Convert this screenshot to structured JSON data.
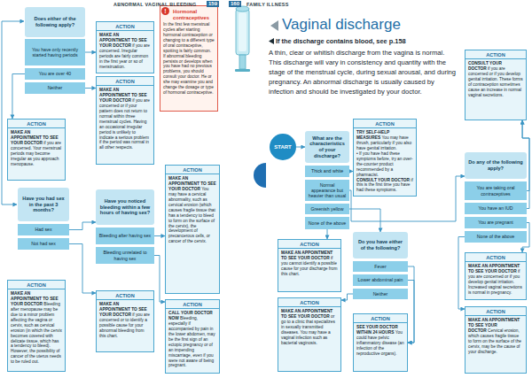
{
  "diagram": {
    "title": "Vaginal discharge",
    "nodes": [
      {
        "text": [
          "Does either of the following apply?"
        ]
      },
      {
        "text": [
          "You have only recently started having periods"
        ]
      },
      {
        "text": [
          "You are over 40"
        ]
      },
      {
        "text": [
          "Neither"
        ]
      },
      {
        "text": [
          "ACTION",
          "MAKE AN APPOINTMENT TO SEE YOUR DOCTOR",
          "if you are concerned. Irregular periods are fairly common in the first year or so of menstruation."
        ]
      },
      {
        "text": [
          "ACTION",
          "MAKE AN APPOINTMENT TO SEE YOUR DOCTOR",
          "if you are concerned or if your pattern does not return to normal within three menstrual cycles. Having an occasional irregular period is unlikely to indicate a serious problem if the period was normal in all other respects."
        ]
      },
      {
        "text": [
          "ACTION",
          "MAKE AN APPOINTMENT TO SEE YOUR DOCTOR",
          "if you are concerned. Your menstrual periods may become irregular as you approach menopause."
        ]
      },
      {
        "text": [
          "Hormonal contraceptives",
          "In the first few menstrual cycles after starting hormonal contraception or changing to a different type of oral contraceptive, spotting is fairly common. If abnormal bleeding persists or develops when you have had no previous problems, you should consult your doctor. He or she may examine you and change the dosage or type of hormonal contraceptive."
        ]
      },
      {
        "text": [
          "Have you had sex in the past 3 months?"
        ]
      },
      {
        "text": [
          "Had sex"
        ]
      },
      {
        "text": [
          "Not had sex"
        ]
      },
      {
        "text": [
          "Have you noticed bleeding within a few hours of having sex?"
        ]
      },
      {
        "text": [
          "Bleeding after having sex"
        ]
      },
      {
        "text": [
          "Bleeding unrelated to having sex"
        ]
      },
      {
        "text": [
          "ACTION",
          "MAKE AN APPOINTMENT TO SEE YOUR DOCTOR",
          "You may have a cervical abnormality, such as cervical erosion (which causes fragile tissue that has a tendency to bleed to form on the surface of the cervix), the development of precancerous cells, or cancer of the cervix."
        ]
      },
      {
        "text": [
          "ACTION",
          "MAKE AN APPOINTMENT TO SEE YOUR DOCTOR",
          "Bleeding after menopause may be due to a minor problem affecting the vagina or cervix, such as cervical erosion (in which the cervix becomes covered with delicate tissue, which has a tendency to bleed). However, the possibility of cancer of the uterus needs to be ruled out."
        ]
      },
      {
        "text": [
          "ACTION",
          "MAKE AN APPOINTMENT TO SEE YOUR DOCTOR",
          "if you are concerned or to identify a possible cause for your abnormal bleeding from this chart."
        ]
      },
      {
        "text": [
          "ACTION",
          "CALL YOUR DOCTOR NOW",
          "Bleeding, especially if accompanied by pain in the lower abdomen, may be the first sign of an ectopic pregnancy or of an impending miscarriage, even if you were not aware of being pregnant."
        ]
      },
      {
        "text": [
          "START"
        ]
      },
      {
        "text": [
          "What are the characteristics of your discharge?"
        ]
      },
      {
        "text": [
          "Thick and white"
        ]
      },
      {
        "text": [
          "Normal appearance but heavier than usual"
        ]
      },
      {
        "text": [
          "Greenish yellow"
        ]
      },
      {
        "text": [
          "None of the above"
        ]
      },
      {
        "text": [
          "ACTION",
          "TRY SELF-HELP MEASURES",
          "You may have thrush, particularly if you also have genital irritation.",
          "• If you have had these symptoms before, try an over-the-counter product recommended by a pharmacist.",
          "CONSULT YOUR DOCTOR",
          "if this is the first time you have had these symptoms."
        ]
      },
      {
        "text": [
          "ACTION",
          "CONSULT YOUR DOCTOR",
          "if you are concerned or if you develop genital irritation. These forms of contraception sometimes cause an increase in normal vaginal secretions."
        ]
      },
      {
        "text": [
          "Do any of the following apply?"
        ]
      },
      {
        "text": [
          "You are taking oral contraceptives"
        ]
      },
      {
        "text": [
          "You have an IUD"
        ]
      },
      {
        "text": [
          "You are pregnant"
        ]
      },
      {
        "text": [
          "None of the above"
        ]
      },
      {
        "text": [
          "ACTION",
          "MAKE AN APPOINTMENT TO SEE YOUR DOCTOR",
          "if you cannot identify a possible cause for your discharge from this chart."
        ]
      },
      {
        "text": [
          "Do you have either of the following?"
        ]
      },
      {
        "text": [
          "Fever"
        ]
      },
      {
        "text": [
          "Lower abdominal pain"
        ]
      },
      {
        "text": [
          "Neither"
        ]
      },
      {
        "text": [
          "ACTION",
          "MAKE AN APPOINTMENT TO SEE YOUR DOCTOR",
          "or go to a clinic that specializes in sexually transmitted diseases. You may have a vaginal infection such as bacterial vaginosis."
        ]
      },
      {
        "text": [
          "ACTION",
          "SEE YOUR DOCTOR WITHIN 24 HOURS",
          "You could have pelvic inflammatory disease (an infection of the reproductive organs)."
        ]
      },
      {
        "text": [
          "ACTION",
          "MAKE AN APPOINTMENT TO SEE YOUR DOCTOR",
          "if you are concerned or if you develop genital irritation. Increased vaginal secretions is normal in pregnancy."
        ]
      },
      {
        "text": [
          "ACTION",
          "MAKE AN APPOINTMENT TO SEE YOUR DOCTOR",
          "Cervical erosion, which causes fragile tissue to form on the surface of the cervix, may be the cause of your discharge."
        ]
      }
    ],
    "edges": [
      {
        "from": 1,
        "to": 4,
        "arrow": "to"
      },
      {
        "from": 2,
        "to": 6,
        "arrow": "to"
      },
      {
        "from": 3,
        "to": 5,
        "arrow": "to"
      },
      {
        "from": 9,
        "to": 11,
        "arrow": "to"
      },
      {
        "from": 10,
        "to": 16,
        "arrow": "to"
      },
      {
        "from": 12,
        "to": 14,
        "arrow": "to"
      },
      {
        "from": 13,
        "to": 17,
        "arrow": "to"
      },
      {
        "from": 18,
        "to": 19,
        "arrow": "to"
      },
      {
        "from": 20,
        "to": 24,
        "arrow": "to"
      },
      {
        "from": 21,
        "to": 26,
        "arrow": "to"
      },
      {
        "from": 22,
        "to": 32,
        "arrow": "to"
      },
      {
        "from": 23,
        "to": 31,
        "arrow": "to"
      },
      {
        "from": 27,
        "to": 25,
        "arrow": "to"
      },
      {
        "from": 28,
        "to": 25,
        "arrow": "to"
      },
      {
        "from": 29,
        "to": 38,
        "arrow": "to"
      },
      {
        "from": 30,
        "to": 39,
        "arrow": "to"
      },
      {
        "from": 33,
        "to": 37,
        "arrow": "to"
      },
      {
        "from": 34,
        "to": 37,
        "arrow": "to"
      },
      {
        "from": 35,
        "to": 36,
        "arrow": "to"
      }
    ],
    "labels": [
      "ABNORMAL VAGINAL BLEEDING",
      "159",
      "160",
      "FAMILY ILLNESS",
      "!",
      "If the discharge contains blood, see p.158",
      "A thin, clear or whitish discharge from the vagina is normal. This discharge will vary in consistency and quantity with the stage of the menstrual cycle, during sexual arousal, and during pregnancy. An abnormal discharge is usually caused by infection and should be investigated by your doctor."
    ]
  }
}
